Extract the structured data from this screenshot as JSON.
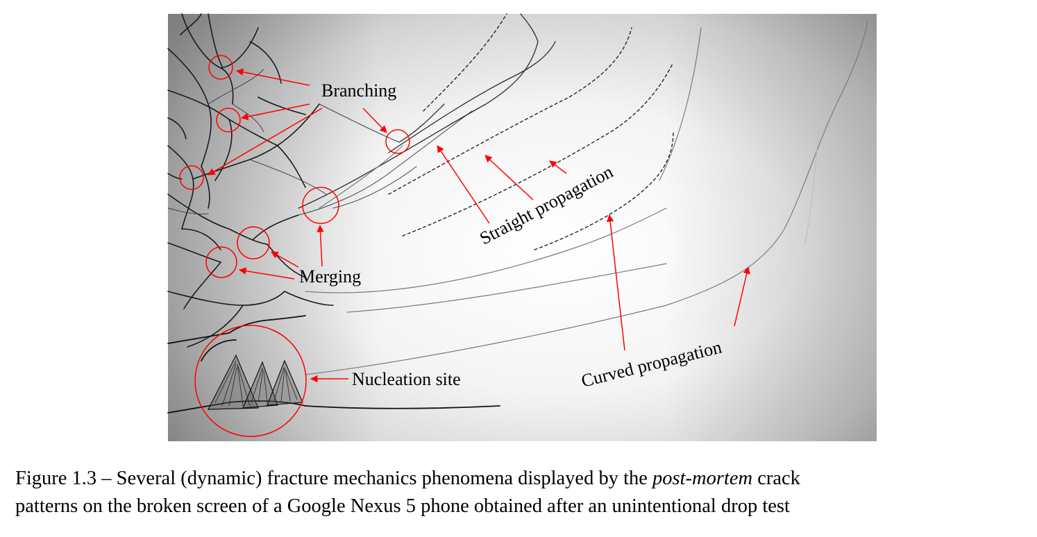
{
  "figure": {
    "annotations": {
      "branching": "Branching",
      "merging": "Merging",
      "nucleation_site": "Nucleation site",
      "straight_propagation": "Straight propagation",
      "curved_propagation": "Curved propagation"
    },
    "annotation_color": "#ff0000",
    "caption": {
      "label": "Figure 1.3",
      "separator": "–",
      "text_before_italic": "Several (dynamic) fracture mechanics phenomena displayed by the",
      "italic": "post-mortem",
      "text_after_italic_line1": "crack",
      "line2": "patterns on the broken screen of a Google Nexus 5 phone obtained after an unintentional drop test"
    }
  }
}
